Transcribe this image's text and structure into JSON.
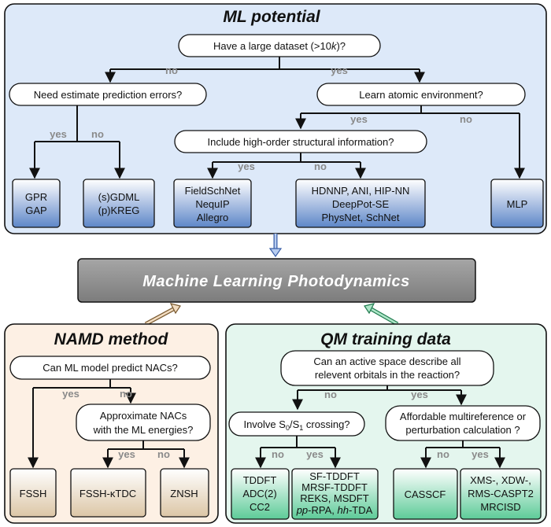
{
  "ml_potential": {
    "title": "ML potential",
    "q_dataset": "Have a large dataset (>10k)?",
    "no1": "no",
    "yes1": "yes",
    "q_errors": "Need estimate prediction errors?",
    "yes2": "yes",
    "no2": "no",
    "q_atomic": "Learn atomic environment?",
    "yes3": "yes",
    "no3": "no",
    "q_highorder": "Include high-order structural information?",
    "yes4": "yes",
    "no4": "no",
    "leaf_gpr": [
      "GPR",
      "GAP"
    ],
    "leaf_gdml": [
      "(s)GDML",
      "(p)KREG"
    ],
    "leaf_fieldschnet": [
      "FieldSchNet",
      "NequIP",
      "Allegro"
    ],
    "leaf_hdnnp": [
      "HDNNP, ANI, HIP-NN",
      "DeepPot-SE",
      "PhysNet, SchNet"
    ],
    "leaf_mlp": "MLP"
  },
  "central": {
    "title": "Machine Learning Photodynamics"
  },
  "namd": {
    "title": "NAMD method",
    "q_nacs": "Can ML model predict NACs?",
    "yes1": "yes",
    "no1": "no",
    "q_approx": [
      "Approximate NACs",
      "with the ML energies?"
    ],
    "yes2": "yes",
    "no2": "no",
    "leaf_fssh": "FSSH",
    "leaf_fssh_k": "FSSH-κTDC",
    "leaf_znsh": "ZNSH"
  },
  "qm": {
    "title": "QM training data",
    "q_active": [
      "Can an active space describe all",
      "relevent orbitals in the reaction?"
    ],
    "no1": "no",
    "yes1": "yes",
    "q_involve": "Involve S0/S1 crossing?",
    "no2": "no",
    "yes2": "yes",
    "q_afford": [
      "Affordable multireference or",
      "perturbation calculation ?"
    ],
    "no3": "no",
    "yes3": "yes",
    "leaf_tddft": [
      "TDDFT",
      "ADC(2)",
      "CC2"
    ],
    "leaf_sftddft": [
      "SF-TDDFT",
      "MRSF-TDDFT",
      "REKS, MSDFT",
      "pp-RPA, hh-TDA"
    ],
    "leaf_casscf": "CASSCF",
    "leaf_xms": [
      "XMS-, XDW-,",
      "RMS-CASPT2",
      "MRCISD"
    ]
  },
  "colors": {
    "ml_panel": "#dde9f9",
    "namd_panel": "#fdf0e4",
    "qm_panel": "#e4f6ee",
    "central_box": "#8f8f8f",
    "ml_leaf": "#5d86c8",
    "namd_leaf": "#dcc6a6",
    "qm_leaf": "#5dcb98"
  }
}
